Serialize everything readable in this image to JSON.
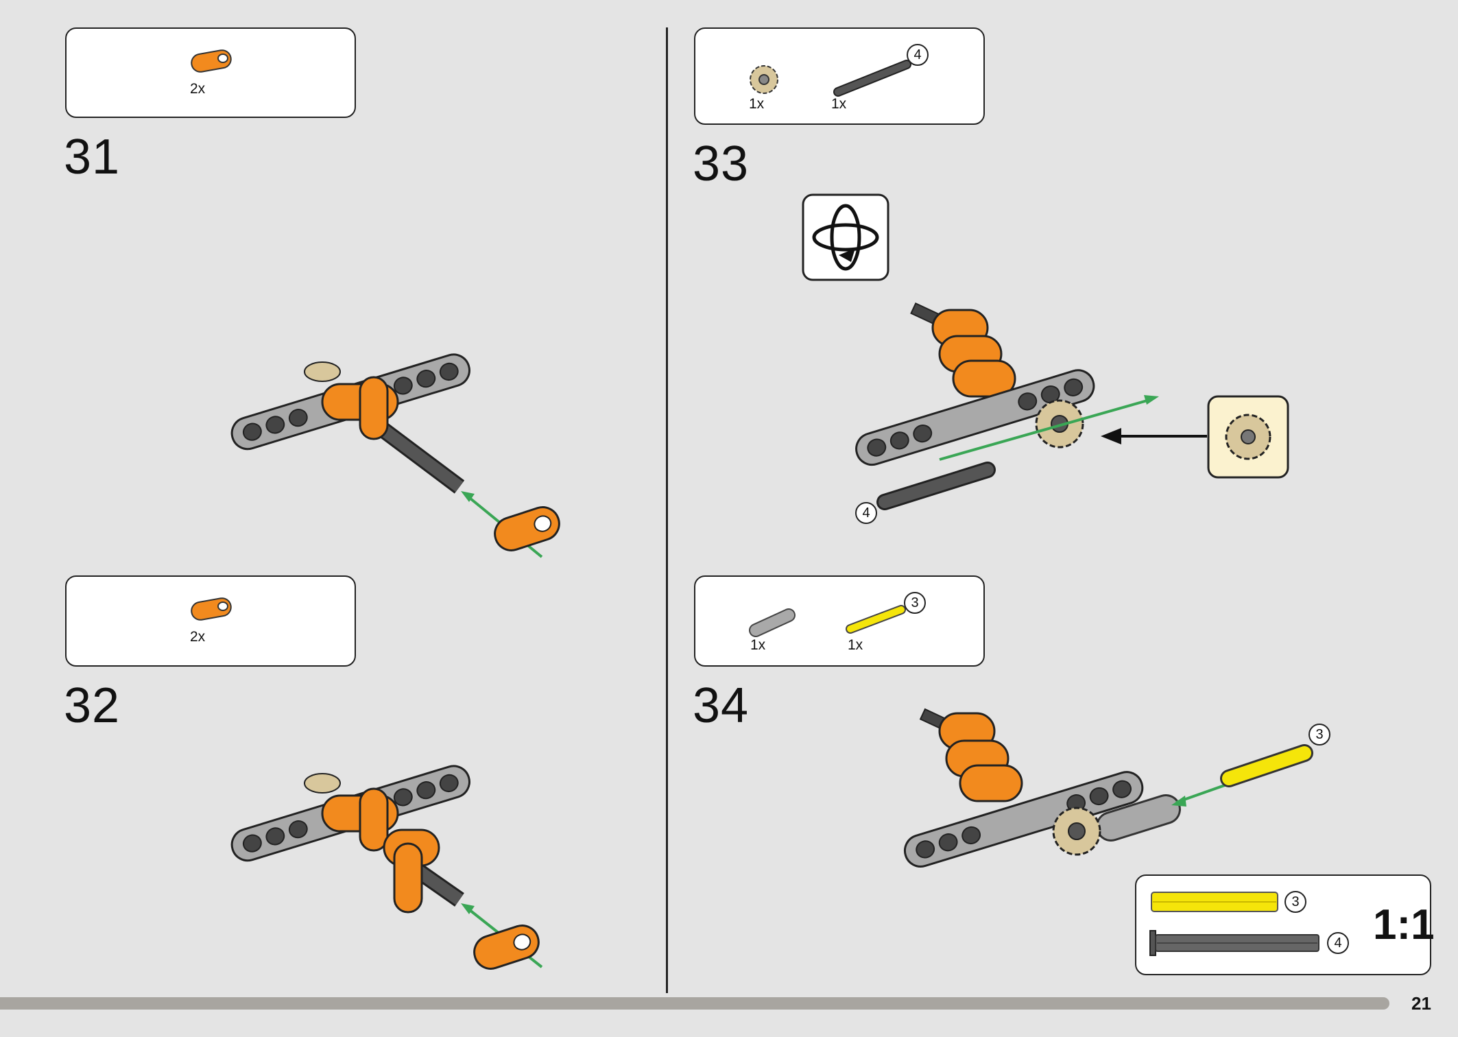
{
  "page": {
    "number": "21"
  },
  "colors": {
    "orange": "#f28a1e",
    "grey_beam": "#a9a9a9",
    "dark_axle": "#4d4d4d",
    "gear_tan": "#d8c79c",
    "yellow_axle": "#f5e50a",
    "green_arrow": "#3aa655",
    "callout_bg": "#fbf2cf"
  },
  "steps": [
    {
      "number": "31",
      "parts": [
        {
          "icon": "orange-connector-icon",
          "qty": "2x"
        }
      ]
    },
    {
      "number": "32",
      "parts": [
        {
          "icon": "orange-connector-icon",
          "qty": "2x"
        }
      ]
    },
    {
      "number": "33",
      "parts": [
        {
          "icon": "tan-gear-icon",
          "qty": "1x"
        },
        {
          "icon": "dark-axle-icon",
          "qty": "1x",
          "length": "4"
        }
      ],
      "rotate_icon": "rotate-model-icon",
      "axle_label": "4"
    },
    {
      "number": "34",
      "parts": [
        {
          "icon": "grey-bushing-icon",
          "qty": "1x"
        },
        {
          "icon": "yellow-axle-icon",
          "qty": "1x",
          "length": "3"
        }
      ],
      "axle_label": "3"
    }
  ],
  "scale_box": {
    "label": "1:1",
    "yellow_axle_length": "3",
    "dark_axle_length": "4"
  }
}
